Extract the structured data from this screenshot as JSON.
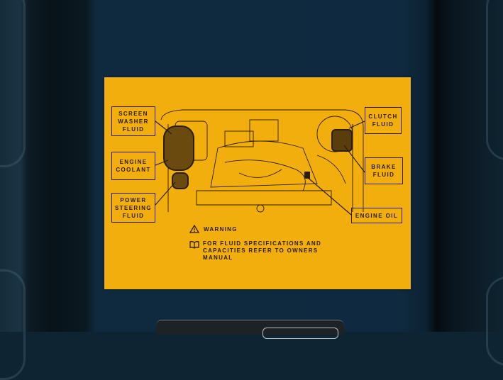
{
  "scene": {
    "description": "Yellow under-hood fluid location label on dark blue painted panel",
    "colors": {
      "label": "#f2ae0c",
      "ink": "#2a1d06",
      "panel": "#0f2a40"
    }
  },
  "label": {
    "callouts": {
      "screen_washer": "SCREEN\nWASHER\nFLUID",
      "engine_coolant": "ENGINE\nCOOLANT",
      "power_steering": "POWER\nSTEERING\nFLUID",
      "clutch_fluid": "CLUTCH\nFLUID",
      "brake_fluid": "BRAKE\nFLUID",
      "engine_oil": "ENGINE OIL"
    },
    "warning_title": "WARNING",
    "warning_text": "FOR FLUID SPECIFICATIONS AND CAPACITIES REFER TO OWNERS MANUAL",
    "icons": [
      "warning-triangle-icon",
      "book-manual-icon"
    ]
  }
}
